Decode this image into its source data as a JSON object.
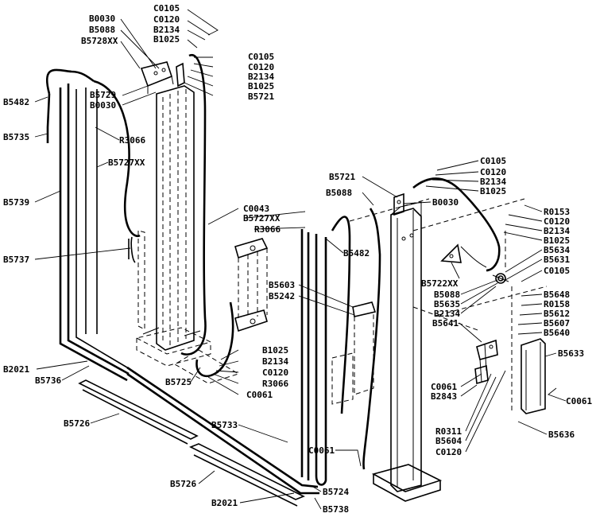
{
  "labels": [
    {
      "id": "c0105-a",
      "text": "C0105"
    },
    {
      "id": "c0120-a",
      "text": "C0120"
    },
    {
      "id": "b2134-a",
      "text": "B2134"
    },
    {
      "id": "b1025-a",
      "text": "B1025"
    },
    {
      "id": "b0030-a",
      "text": "B0030"
    },
    {
      "id": "b5088-a",
      "text": "B5088"
    },
    {
      "id": "b5728xx",
      "text": "B5728XX"
    },
    {
      "id": "c0105-b",
      "text": "C0105"
    },
    {
      "id": "c0120-b",
      "text": "C0120"
    },
    {
      "id": "b2134-b",
      "text": "B2134"
    },
    {
      "id": "b1025-b",
      "text": "B1025"
    },
    {
      "id": "b5721-a",
      "text": "B5721"
    },
    {
      "id": "b5729",
      "text": "B5729"
    },
    {
      "id": "b0030-b",
      "text": "B0030"
    },
    {
      "id": "b5482-a",
      "text": "B5482"
    },
    {
      "id": "b5735",
      "text": "B5735"
    },
    {
      "id": "r3066-a",
      "text": "R3066"
    },
    {
      "id": "b5727xx-a",
      "text": "B5727XX"
    },
    {
      "id": "b5739",
      "text": "B5739"
    },
    {
      "id": "b5737",
      "text": "B5737"
    },
    {
      "id": "c0043",
      "text": "C0043"
    },
    {
      "id": "b5727xx-b",
      "text": "B5727XX"
    },
    {
      "id": "r3066-b",
      "text": "R3066"
    },
    {
      "id": "b5482-b",
      "text": "B5482"
    },
    {
      "id": "b5603",
      "text": "B5603"
    },
    {
      "id": "b5242",
      "text": "B5242"
    },
    {
      "id": "b1025-c",
      "text": "B1025"
    },
    {
      "id": "b2134-c",
      "text": "B2134"
    },
    {
      "id": "c0120-c",
      "text": "C0120"
    },
    {
      "id": "r3066-c",
      "text": "R3066"
    },
    {
      "id": "c0061-a",
      "text": "C0061"
    },
    {
      "id": "b5725",
      "text": "B5725"
    },
    {
      "id": "b2021-a",
      "text": "B2021"
    },
    {
      "id": "b5736",
      "text": "B5736"
    },
    {
      "id": "b5726-a",
      "text": "B5726"
    },
    {
      "id": "b5733",
      "text": "B5733"
    },
    {
      "id": "b5726-b",
      "text": "B5726"
    },
    {
      "id": "b2021-b",
      "text": "B2021"
    },
    {
      "id": "b5724",
      "text": "B5724"
    },
    {
      "id": "b5738",
      "text": "B5738"
    },
    {
      "id": "c0061-b",
      "text": "C0061"
    },
    {
      "id": "b5721-b",
      "text": "B5721"
    },
    {
      "id": "b5088-b",
      "text": "B5088"
    },
    {
      "id": "b0030-c",
      "text": "B0030"
    },
    {
      "id": "c0105-c",
      "text": "C0105"
    },
    {
      "id": "c0120-d",
      "text": "C0120"
    },
    {
      "id": "b2134-d",
      "text": "B2134"
    },
    {
      "id": "b1025-d",
      "text": "B1025"
    },
    {
      "id": "r0153",
      "text": "R0153"
    },
    {
      "id": "c0120-e",
      "text": "C0120"
    },
    {
      "id": "b2134-e",
      "text": "B2134"
    },
    {
      "id": "b1025-e",
      "text": "B1025"
    },
    {
      "id": "b5634",
      "text": "B5634"
    },
    {
      "id": "b5631",
      "text": "B5631"
    },
    {
      "id": "c0105-d",
      "text": "C0105"
    },
    {
      "id": "b5722xx",
      "text": "B5722XX"
    },
    {
      "id": "b5088-c",
      "text": "B5088"
    },
    {
      "id": "b5635",
      "text": "B5635"
    },
    {
      "id": "b2134-f",
      "text": "B2134"
    },
    {
      "id": "b5641",
      "text": "B5641"
    },
    {
      "id": "b5648",
      "text": "B5648"
    },
    {
      "id": "r0158",
      "text": "R0158"
    },
    {
      "id": "b5612",
      "text": "B5612"
    },
    {
      "id": "b5607",
      "text": "B5607"
    },
    {
      "id": "b5640",
      "text": "B5640"
    },
    {
      "id": "b5633",
      "text": "B5633"
    },
    {
      "id": "c0061-c",
      "text": "C0061"
    },
    {
      "id": "b2843",
      "text": "B2843"
    },
    {
      "id": "c0061-d",
      "text": "C0061"
    },
    {
      "id": "r0311",
      "text": "R0311"
    },
    {
      "id": "b5604",
      "text": "B5604"
    },
    {
      "id": "c0120-f",
      "text": "C0120"
    },
    {
      "id": "b5636",
      "text": "B5636"
    }
  ]
}
